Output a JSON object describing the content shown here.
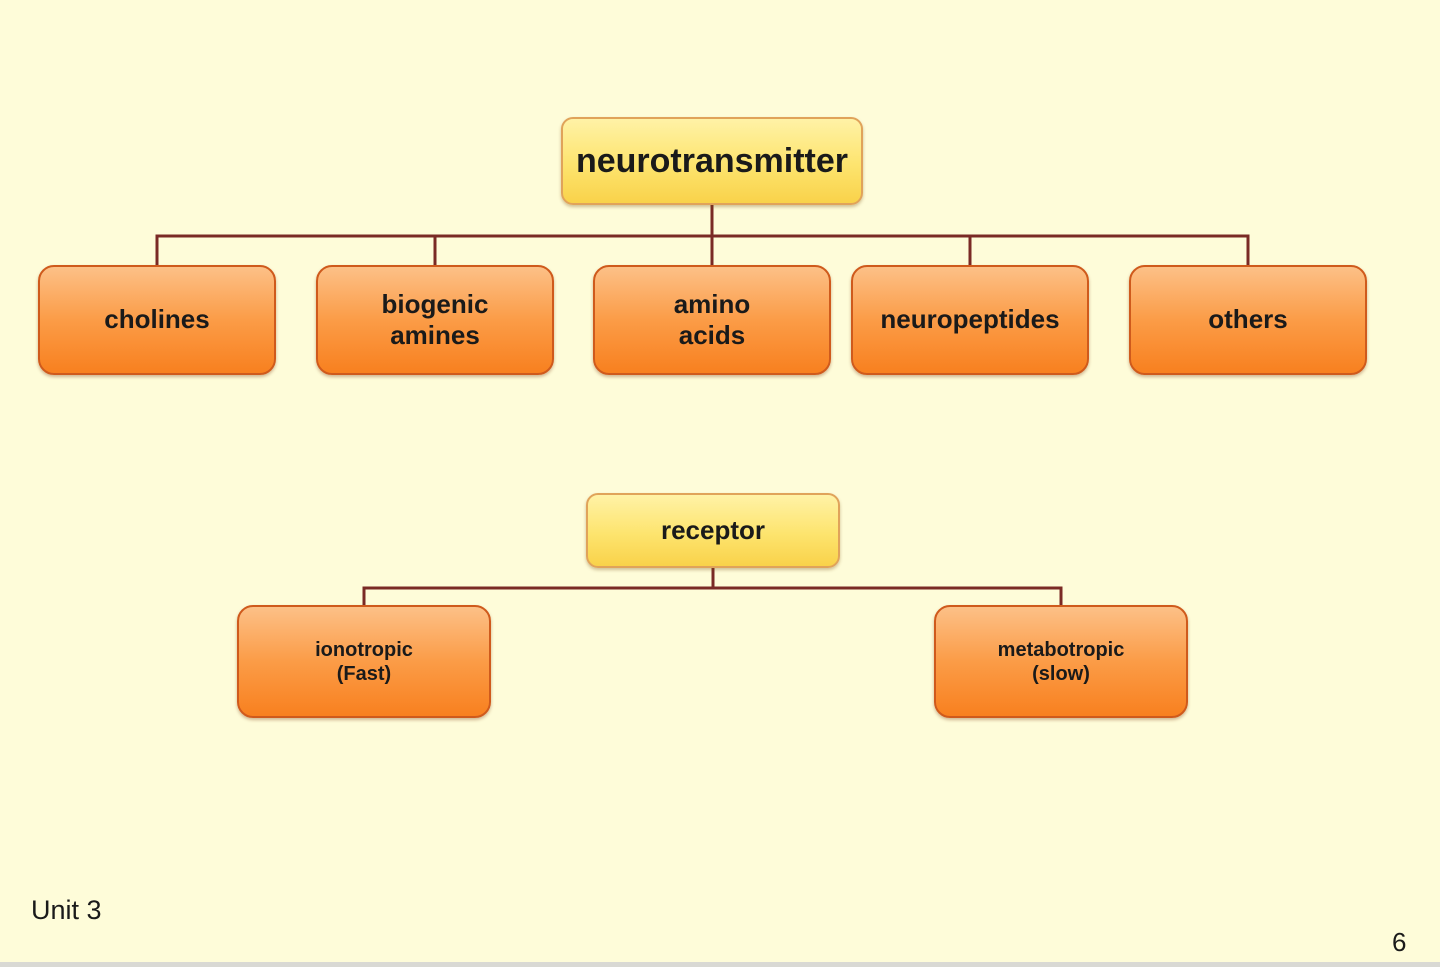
{
  "diagram": {
    "neurotransmitter": {
      "label": "neurotransmitter",
      "children": [
        "cholines",
        "biogenic\namines",
        "amino\nacids",
        "neuropeptides",
        "others"
      ]
    },
    "receptor": {
      "label": "receptor",
      "children": [
        "ionotropic\n(Fast)",
        "metabotropic\n(slow)"
      ]
    }
  },
  "footer": {
    "left": "Unit 3",
    "page_number": "6"
  },
  "colors": {
    "background": "#fefcd9",
    "connector": "#7a2a25",
    "root_fill": "#fde46e",
    "child_fill": "#fb9c47",
    "child_border": "#cf5a1c"
  }
}
